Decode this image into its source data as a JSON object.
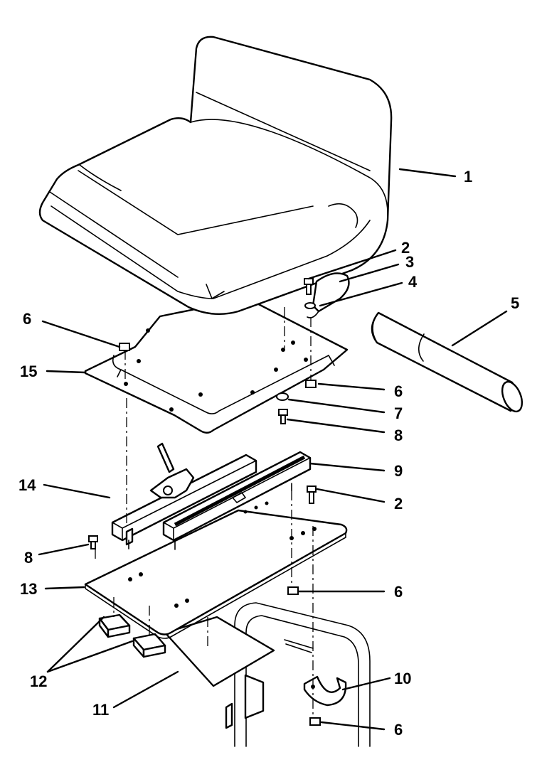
{
  "diagram": {
    "callouts": [
      {
        "id": "c1",
        "label": "1",
        "part": "seat"
      },
      {
        "id": "c2a",
        "label": "2",
        "part": "bolt"
      },
      {
        "id": "c3",
        "label": "3",
        "part": "bracket"
      },
      {
        "id": "c4",
        "label": "4",
        "part": "washer"
      },
      {
        "id": "c5",
        "label": "5",
        "part": "handle-grip"
      },
      {
        "id": "c6a",
        "label": "6",
        "part": "nut"
      },
      {
        "id": "c6b",
        "label": "6",
        "part": "nut"
      },
      {
        "id": "c7",
        "label": "7",
        "part": "washer"
      },
      {
        "id": "c8a",
        "label": "8",
        "part": "bolt"
      },
      {
        "id": "c9",
        "label": "9",
        "part": "slide-rail"
      },
      {
        "id": "c2b",
        "label": "2",
        "part": "bolt"
      },
      {
        "id": "c14",
        "label": "14",
        "part": "slide-rail-with-latch"
      },
      {
        "id": "c8b",
        "label": "8",
        "part": "bolt"
      },
      {
        "id": "c6c",
        "label": "6",
        "part": "nut"
      },
      {
        "id": "c13",
        "label": "13",
        "part": "seat-plate"
      },
      {
        "id": "c12",
        "label": "12",
        "part": "pads"
      },
      {
        "id": "c10",
        "label": "10",
        "part": "clamp"
      },
      {
        "id": "c11",
        "label": "11",
        "part": "plate"
      },
      {
        "id": "c6d",
        "label": "6",
        "part": "nut"
      },
      {
        "id": "c15",
        "label": "15",
        "part": "seat-pan"
      }
    ]
  }
}
